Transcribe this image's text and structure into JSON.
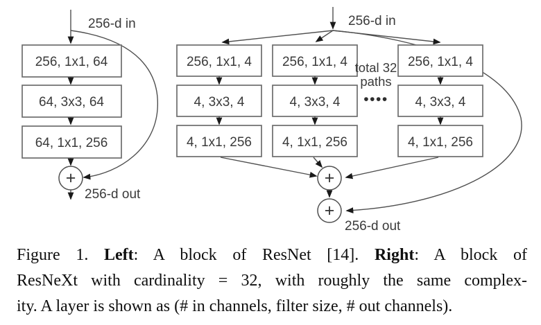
{
  "diagram": {
    "plus_sign": "+",
    "left_block": {
      "in_label": "256-d in",
      "out_label": "256-d out",
      "boxes": [
        "256, 1x1, 64",
        "64, 3x3, 64",
        "64, 1x1, 256"
      ]
    },
    "right_block": {
      "in_label": "256-d in",
      "out_label": "256-d out",
      "note_line1": "total 32",
      "note_line2": "paths",
      "dots": "••••",
      "columns": [
        {
          "boxes": [
            "256, 1x1, 4",
            "4, 3x3, 4",
            "4, 1x1, 256"
          ]
        },
        {
          "boxes": [
            "256, 1x1, 4",
            "4, 3x3, 4",
            "4, 1x1, 256"
          ]
        },
        {
          "boxes": [
            "256, 1x1, 4",
            "4, 3x3, 4",
            "4, 1x1, 256"
          ]
        }
      ]
    }
  },
  "caption": {
    "line1": {
      "prefix": "Figure 1. ",
      "left_bold": "Left",
      "mid": ": A block of ResNet [14]. ",
      "right_bold": "Right",
      "suffix": ": A block of"
    },
    "line2": "ResNeXt with cardinality = 32, with roughly the same complex-",
    "line3": "ity. A layer is shown as (# in channels, filter size, # out channels)."
  },
  "colors": {
    "background": "#ffffff",
    "line": "#4f4f4f",
    "box_border": "#6d6d6d",
    "diagram_text": "#3a3a3a",
    "caption_text": "#0f0f0f"
  }
}
